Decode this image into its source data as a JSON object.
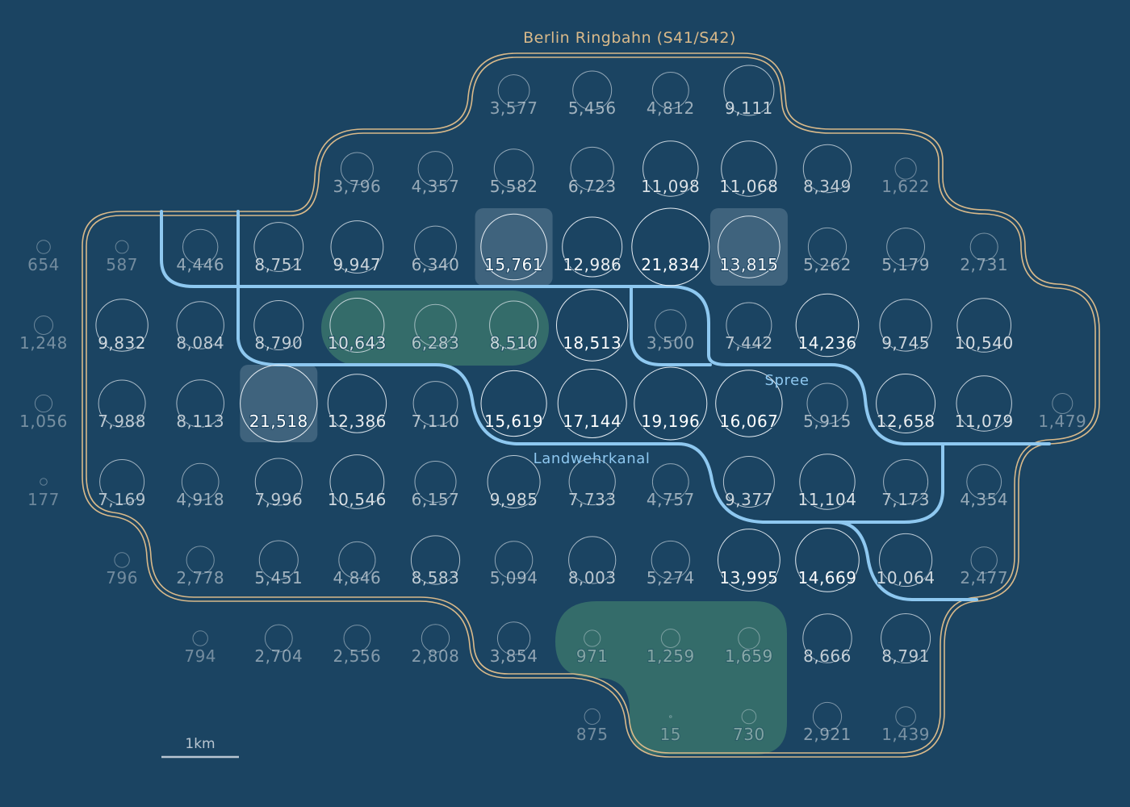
{
  "title": "Berlin Ringbahn (S41/S42)",
  "rivers": {
    "spree": "Spree",
    "landwehrkanal": "Landwehrkanal"
  },
  "scale": {
    "label": "1km",
    "km": 1
  },
  "colors": {
    "background": "#1b4462",
    "ring": "#d8b98a",
    "river": "#8ec8f0",
    "park": "#3d7a6d",
    "highlight": "#9fb3c4"
  },
  "grid": {
    "rows": [
      [
        null,
        null,
        null,
        null,
        null,
        null,
        3577,
        5456,
        4812,
        9111,
        null,
        null,
        null,
        null
      ],
      [
        null,
        null,
        null,
        null,
        3796,
        4357,
        5582,
        6723,
        11098,
        11068,
        8349,
        1622,
        null,
        null
      ],
      [
        654,
        587,
        4446,
        8751,
        9947,
        6340,
        15761,
        12986,
        21834,
        13815,
        5262,
        5179,
        2731,
        null
      ],
      [
        1248,
        9832,
        8084,
        8790,
        10643,
        6283,
        8510,
        18513,
        3500,
        7442,
        14236,
        9745,
        10540,
        null
      ],
      [
        1056,
        7988,
        8113,
        21518,
        12386,
        7110,
        15619,
        17144,
        19196,
        16067,
        5915,
        12658,
        11079,
        1479
      ],
      [
        177,
        7169,
        4918,
        7996,
        10546,
        6157,
        9985,
        7733,
        4757,
        9377,
        11104,
        7173,
        4354,
        null
      ],
      [
        null,
        796,
        2778,
        5451,
        4846,
        8583,
        5094,
        8003,
        5274,
        13995,
        14669,
        10064,
        2477,
        null
      ],
      [
        null,
        null,
        794,
        2704,
        2556,
        2808,
        3854,
        971,
        1259,
        1659,
        8666,
        8791,
        null,
        null
      ],
      [
        null,
        null,
        null,
        null,
        null,
        null,
        null,
        875,
        15,
        730,
        2921,
        1439,
        null,
        null
      ]
    ],
    "highlighted_cells": [
      [
        2,
        6
      ],
      [
        2,
        9
      ],
      [
        4,
        3
      ]
    ]
  }
}
